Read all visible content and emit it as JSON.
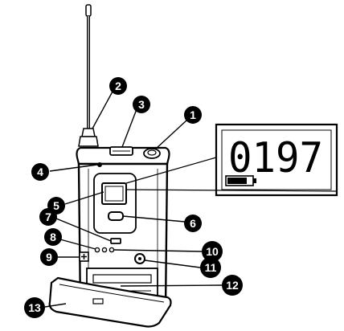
{
  "device": {
    "type": "bodypack-transmitter",
    "colors": {
      "outline": "#000000",
      "body": "#ffffff",
      "callout": "#000000",
      "callout_text": "#ffffff"
    }
  },
  "lcd": {
    "reading": "0197",
    "battery_indicator": "battery-icon",
    "battery_level": 0.8
  },
  "callouts": [
    {
      "number": "1",
      "target": "top-knob"
    },
    {
      "number": "2",
      "target": "antenna"
    },
    {
      "number": "3",
      "target": "top-slot"
    },
    {
      "number": "4",
      "target": "top-left-screw"
    },
    {
      "number": "5",
      "target": "display-window"
    },
    {
      "number": "6",
      "target": "front-button"
    },
    {
      "number": "7",
      "target": "small-switch"
    },
    {
      "number": "8",
      "target": "indicator-holes"
    },
    {
      "number": "9",
      "target": "plus-symbol-label"
    },
    {
      "number": "10",
      "target": "right-indicator-hole"
    },
    {
      "number": "11",
      "target": "round-jack"
    },
    {
      "number": "12",
      "target": "battery-compartment"
    },
    {
      "number": "13",
      "target": "battery-door"
    }
  ]
}
